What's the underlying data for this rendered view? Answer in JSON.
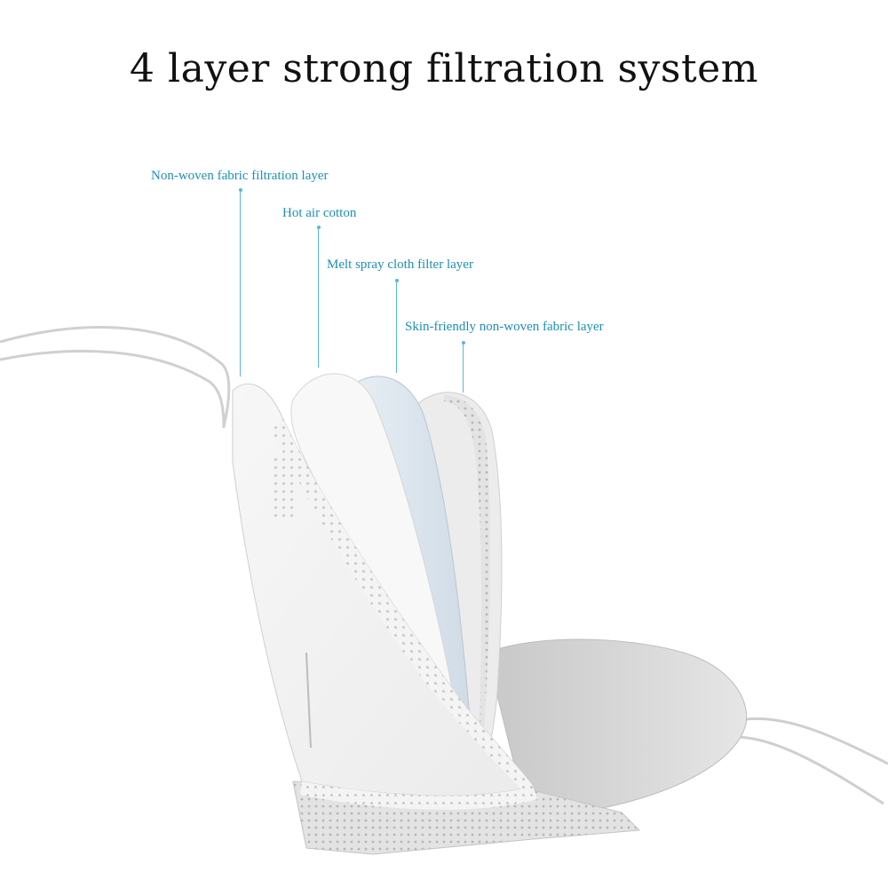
{
  "title": "4 layer strong filtration system",
  "layers": [
    {
      "label": "Non-woven fabric filtration layer",
      "color": "#f2f2f2"
    },
    {
      "label": "Hot air cotton",
      "color": "#f6f6f6"
    },
    {
      "label": "Melt spray cloth filter layer",
      "color": "#dfe8f0"
    },
    {
      "label": "Skin-friendly non-woven fabric layer",
      "color": "#ececec"
    }
  ],
  "accent_color": "#1e8fb3"
}
